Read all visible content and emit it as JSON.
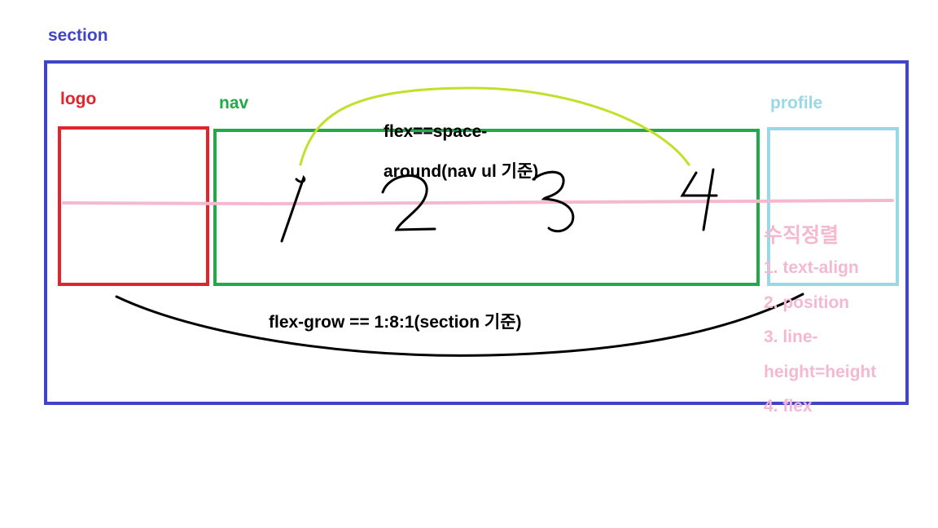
{
  "labels": {
    "section": "section",
    "logo": "logo",
    "nav": "nav",
    "profile": "profile"
  },
  "notes": {
    "nav_flex_line1": "flex==space-",
    "nav_flex_line2": "around(nav ul 기준)",
    "flex_grow": "flex-grow == 1:8:1(section 기준)"
  },
  "nav_numbers": [
    "1",
    "2",
    "3",
    "4"
  ],
  "vertical_align": {
    "title": "수직정렬",
    "items": [
      "1. text-align",
      "2. position",
      "3. line-",
      "height=height",
      "4. flex"
    ]
  },
  "colors": {
    "section": "#4045c8",
    "logo": "#e2242b",
    "nav": "#22aa4a",
    "profile": "#99d8e6",
    "guide_line": "#f4b8cf",
    "arc_top": "#c2e02a",
    "arc_bottom": "#000000"
  }
}
